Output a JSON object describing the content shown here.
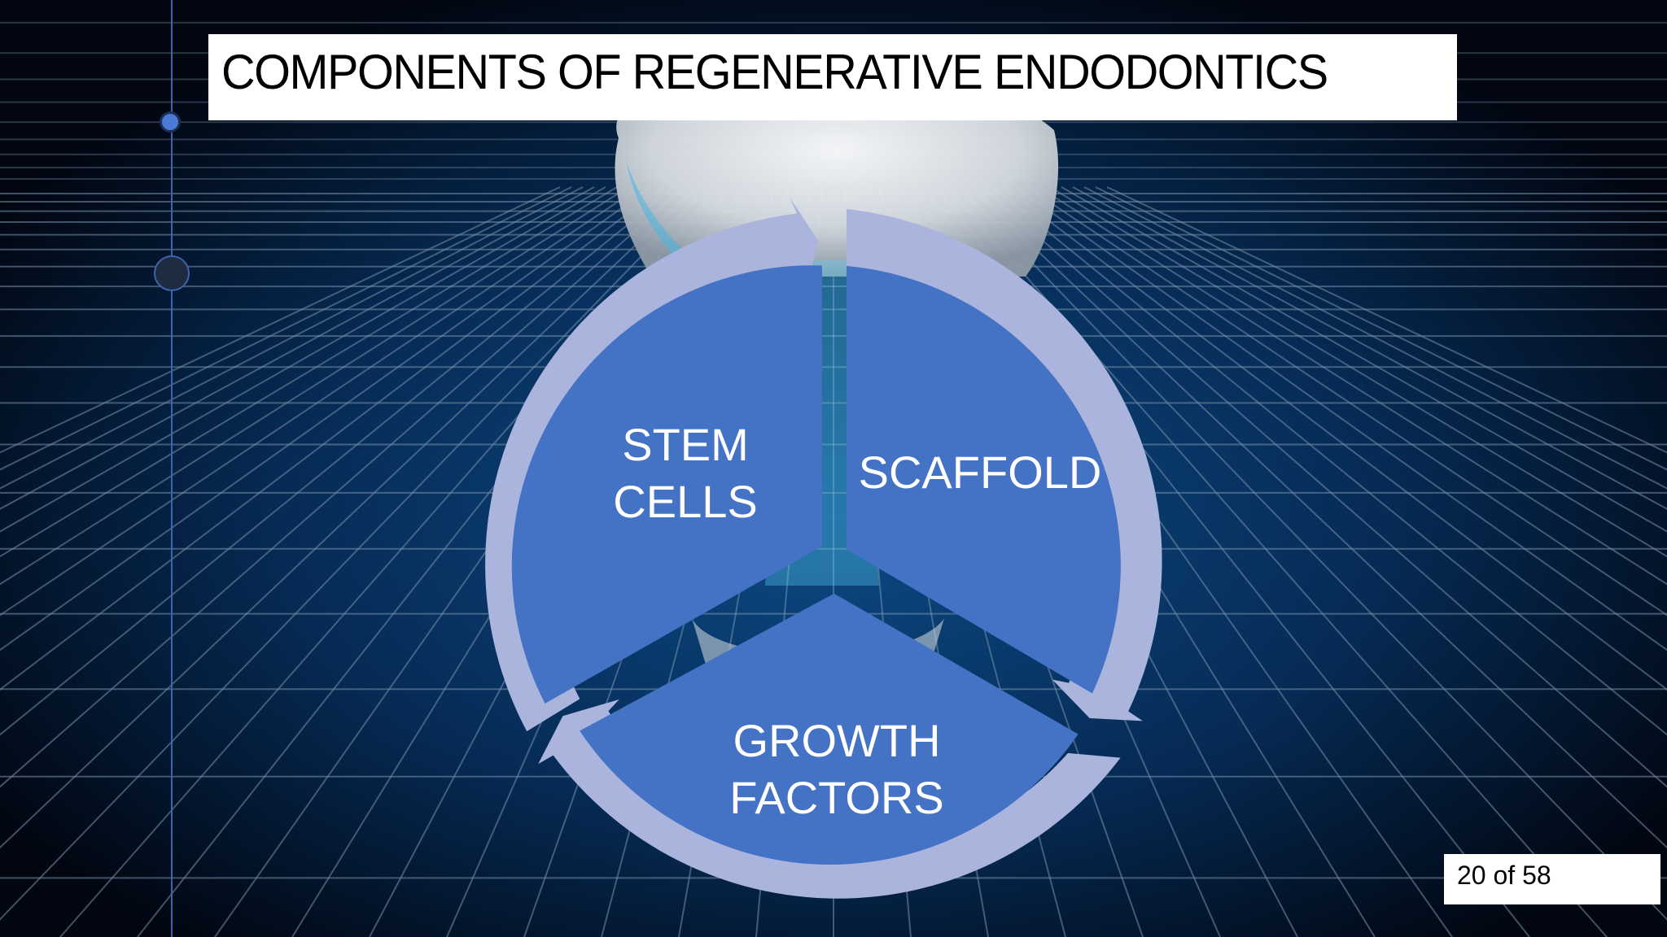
{
  "slide": {
    "title": "COMPONENTS OF REGENERATIVE ENDODONTICS",
    "page_indicator": "20 of 58"
  },
  "cycle_diagram": {
    "segments": [
      {
        "id": "stem-cells",
        "line1": "STEM",
        "line2": "CELLS"
      },
      {
        "id": "scaffold",
        "line1": "SCAFFOLD"
      },
      {
        "id": "growth-factors",
        "line1": "GROWTH",
        "line2": "FACTORS"
      }
    ]
  },
  "colors": {
    "background": "#020812",
    "grid": "#5a7896",
    "segment_fill": "#4472c4",
    "arrow_ring": "#aab4dd",
    "title_bg": "#ffffff",
    "accent_dot": "#4a7ad6"
  }
}
